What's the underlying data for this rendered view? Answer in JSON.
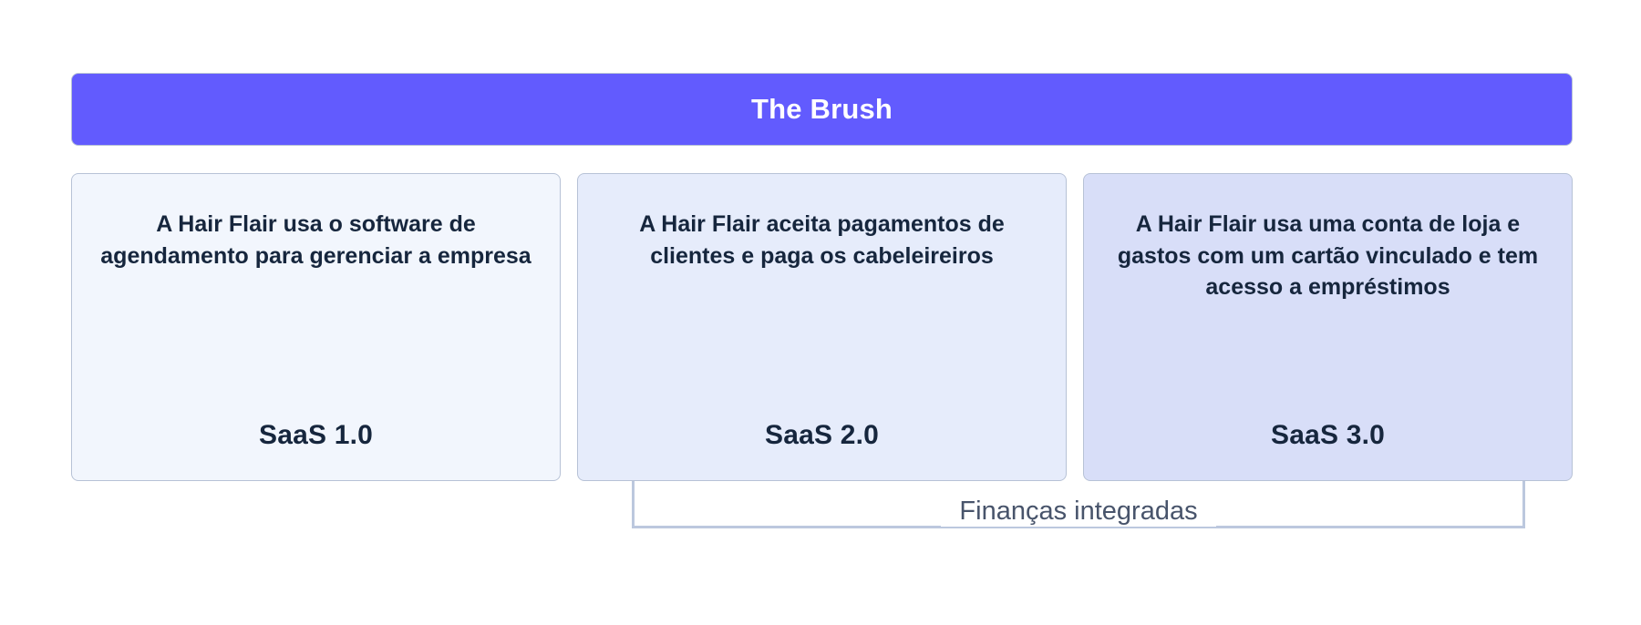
{
  "header": {
    "title": "The Brush",
    "color": "#625BFE",
    "text_color": "#ffffff"
  },
  "cards": [
    {
      "description": "A Hair Flair usa o software de agendamento para gerenciar a empresa",
      "label": "SaaS 1.0",
      "background": "#F2F6FD",
      "border": "#b7c2d6",
      "text_color": "#16263D"
    },
    {
      "description": "A Hair Flair aceita pagamentos de clientes e paga os cabeleireiros",
      "label": "SaaS 2.0",
      "background": "#E6ECFB",
      "border": "#b7c2d6",
      "text_color": "#16263D"
    },
    {
      "description": "A Hair Flair usa uma conta de loja e gastos com um cartão vinculado e tem acesso a empréstimos",
      "label": "SaaS 3.0",
      "background": "#D8DEF8",
      "border": "#b7c2d6",
      "text_color": "#16263D"
    }
  ],
  "bracket": {
    "caption": "Finanças integradas",
    "line_color": "#BCC8DE",
    "text_color": "#48546B"
  },
  "canvas": {
    "background": "#ffffff"
  }
}
